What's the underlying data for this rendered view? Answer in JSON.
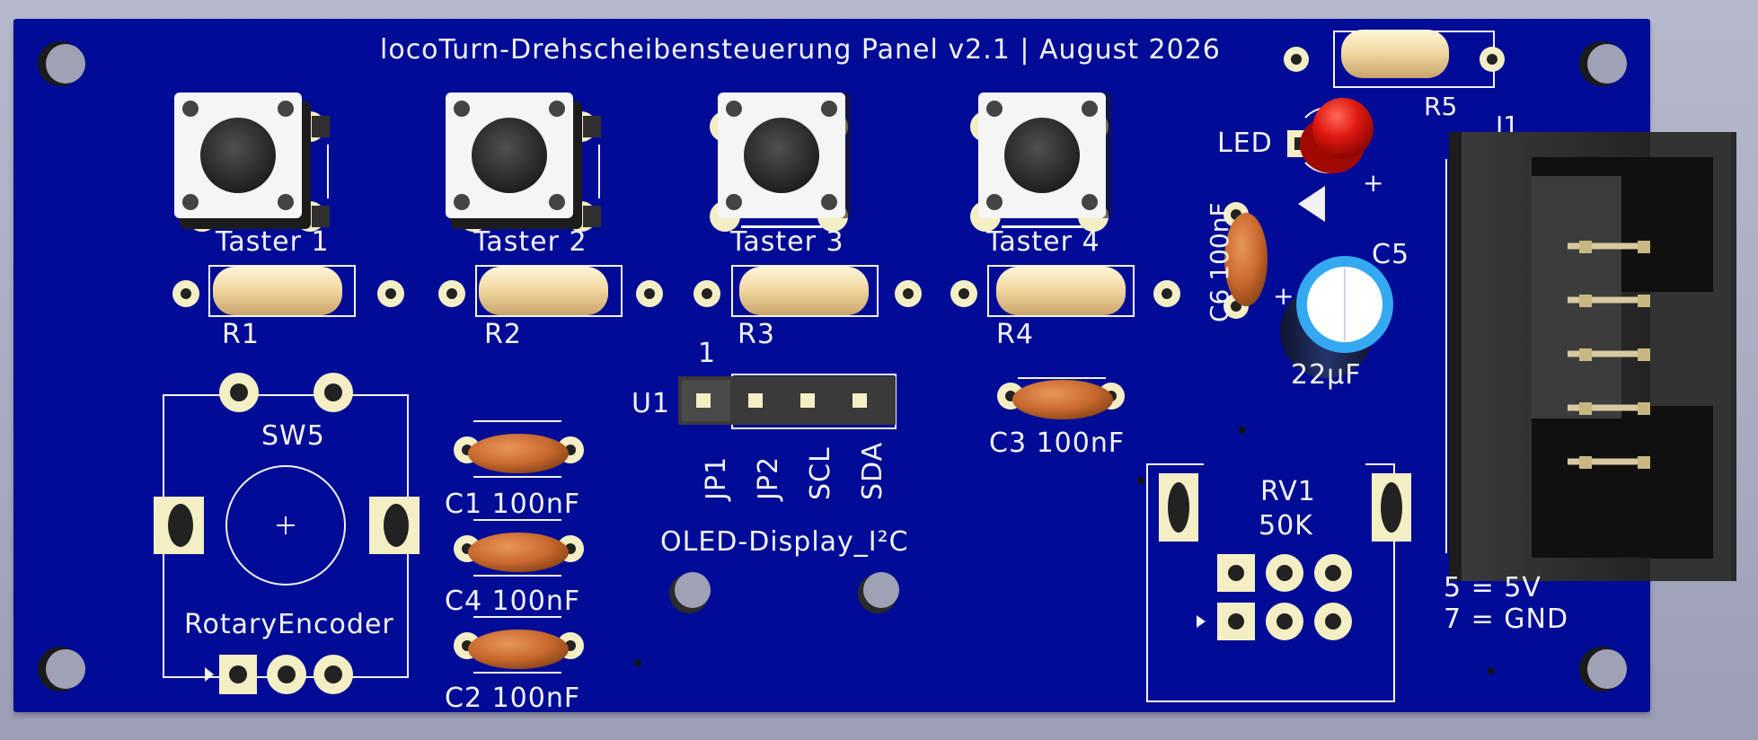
{
  "board": {
    "title": "locoTurn-Drehscheibensteuerung Panel v2.1 | August 2026",
    "colors": {
      "soldermask": "#000c96",
      "silkscreen": "#f2f2f2",
      "pad": "#f4eec4",
      "background": "#a9abc2"
    }
  },
  "buttons": [
    {
      "label": "Taster 1"
    },
    {
      "label": "Taster 2"
    },
    {
      "label": "Taster 3"
    },
    {
      "label": "Taster 4"
    }
  ],
  "resistors": [
    {
      "ref": "R1"
    },
    {
      "ref": "R2"
    },
    {
      "ref": "R3"
    },
    {
      "ref": "R4"
    },
    {
      "ref": "R5"
    }
  ],
  "capacitors": {
    "c1": "C1 100nF",
    "c4": "C4 100nF",
    "c2": "C2 100nF",
    "c3": "C3 100nF",
    "c6": "C6 100nF",
    "c5_ref": "C5",
    "c5_value": "22µF"
  },
  "led": {
    "label": "LED",
    "plus": "+"
  },
  "encoder": {
    "ref": "SW5",
    "name": "RotaryEncoder"
  },
  "oled": {
    "ref": "U1",
    "pin1": "1",
    "pins": [
      "JP1",
      "JP2",
      "SCL",
      "SDA"
    ],
    "name": "OLED-Display_I²C"
  },
  "pot": {
    "ref": "RV1",
    "value": "50K"
  },
  "connector": {
    "ref": "J1",
    "note1": "5 = 5V",
    "note2": "7 = GND"
  }
}
